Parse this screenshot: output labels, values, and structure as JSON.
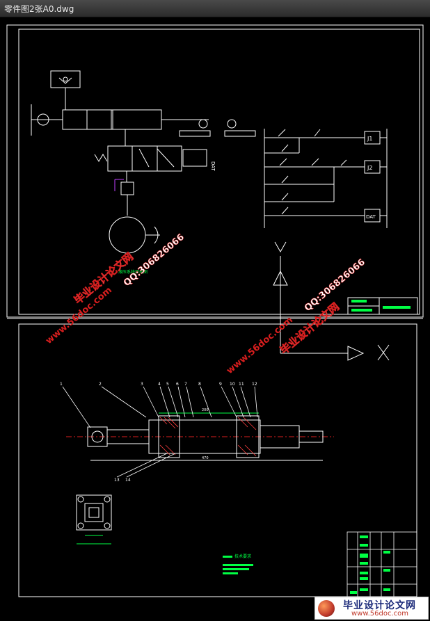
{
  "window": {
    "title": "零件图2张A0.dwg"
  },
  "hydraulic": {
    "valve_label": "DAT",
    "caption": "液压系统原理图"
  },
  "circuit": {
    "relays": [
      "J1",
      "J2",
      "DAT"
    ]
  },
  "axes": {
    "y_label": "Y",
    "x_label": "X"
  },
  "balloons": [
    "1",
    "2",
    "3",
    "4",
    "5",
    "6",
    "7",
    "8",
    "9",
    "10",
    "11",
    "12",
    "13",
    "14"
  ],
  "dimensions": {
    "overall_length": "470",
    "stroke": "200"
  },
  "tech_req": {
    "heading": "技术要求"
  },
  "watermarks": {
    "site": "www.56doc.com",
    "brand": "毕业设计论文网",
    "qq": "QQ:306826066"
  },
  "footer": {
    "brand": "毕业设计论文网",
    "url": "www.56doc.com"
  },
  "colors": {
    "background": "#000000",
    "line": "#ffffff",
    "accent": "#00ff44",
    "watermark": "#d81e1e",
    "hatch": "#ff4040"
  }
}
